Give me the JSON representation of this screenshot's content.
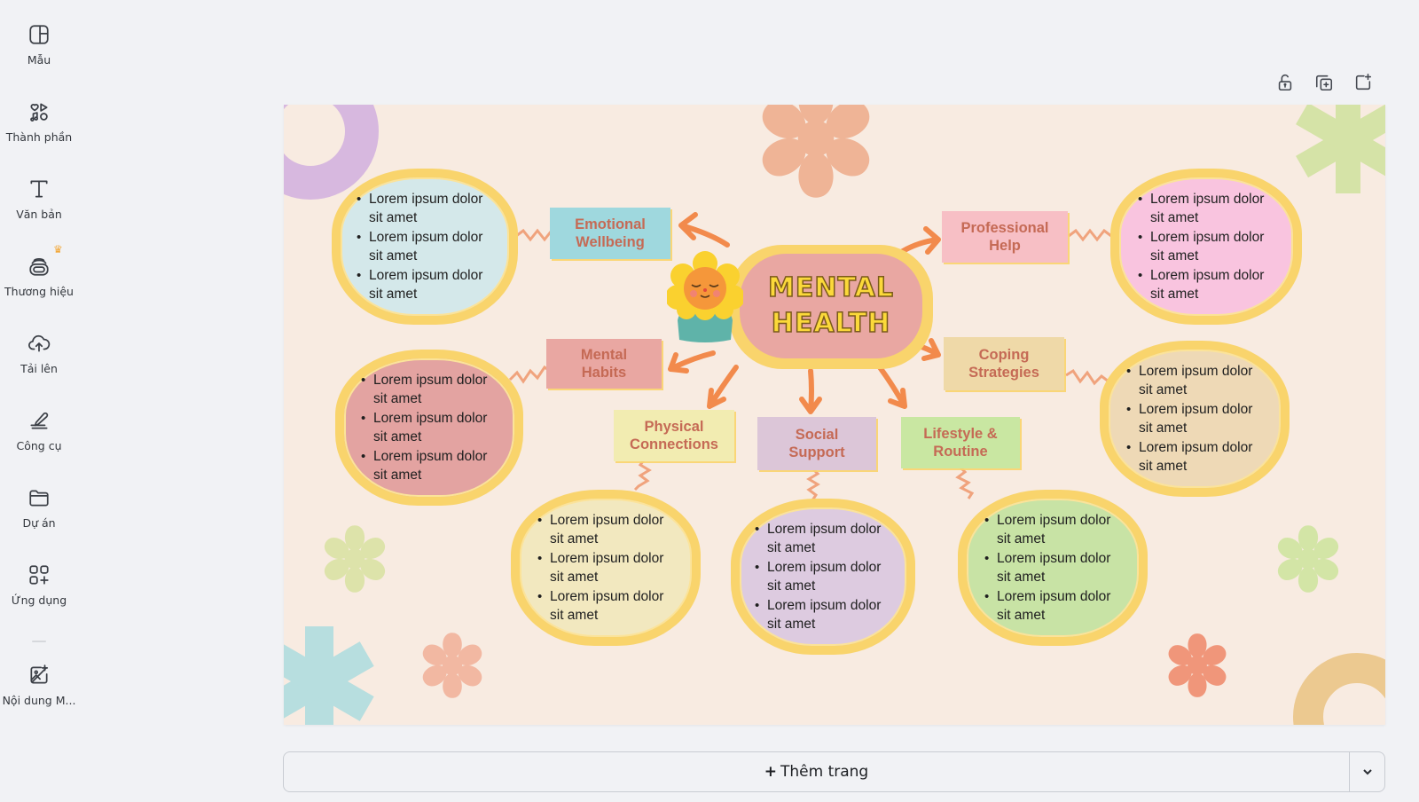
{
  "sidebar": {
    "items": [
      {
        "label": "Mẫu",
        "icon": "template-icon"
      },
      {
        "label": "Thành phần",
        "icon": "elements-icon"
      },
      {
        "label": "Văn bản",
        "icon": "text-icon"
      },
      {
        "label": "Thương hiệu",
        "icon": "brand-icon",
        "badge": "crown"
      },
      {
        "label": "Tải lên",
        "icon": "upload-cloud-icon"
      },
      {
        "label": "Công cụ",
        "icon": "draw-tool-icon"
      },
      {
        "label": "Dự án",
        "icon": "folder-icon"
      },
      {
        "label": "Ứng dụng",
        "icon": "apps-icon"
      },
      {
        "label": "Nội dung M...",
        "icon": "magic-media-icon"
      }
    ]
  },
  "toolbar": {
    "lock": "lock-icon",
    "duplicate": "duplicate-page-icon",
    "add": "add-page-icon"
  },
  "design": {
    "title_line1": "MENTAL",
    "title_line2": "HEALTH",
    "topics": [
      {
        "name": "Emotional Wellbeing",
        "line1": "Emotional",
        "line2": "Wellbeing",
        "color": "#9fd8de"
      },
      {
        "name": "Professional Help",
        "line1": "Professional",
        "line2": "Help",
        "color": "#f7bfc5"
      },
      {
        "name": "Mental Habits",
        "line1": "Mental",
        "line2": "Habits",
        "color": "#e9a7a2"
      },
      {
        "name": "Coping Strategies",
        "line1": "Coping",
        "line2": "Strategies",
        "color": "#efd9a8"
      },
      {
        "name": "Physical Connections",
        "line1": "Physical",
        "line2": "Connections",
        "color": "#f2ecb1"
      },
      {
        "name": "Social Support",
        "line1": "Social",
        "line2": "Support",
        "color": "#dcc6d8"
      },
      {
        "name": "Lifestyle & Routine",
        "line1": "Lifestyle &",
        "line2": "Routine",
        "color": "#c9e7a2"
      }
    ],
    "bubbles": [
      {
        "topic": "Emotional Wellbeing",
        "color": "#d4e8ea",
        "items": [
          "Lorem ipsum dolor sit amet",
          "Lorem ipsum dolor sit amet",
          "Lorem ipsum dolor sit amet"
        ]
      },
      {
        "topic": "Professional Help",
        "color": "#f9c4df",
        "items": [
          "Lorem ipsum dolor sit amet",
          "Lorem ipsum dolor sit amet",
          "Lorem ipsum dolor sit amet"
        ]
      },
      {
        "topic": "Mental Habits",
        "color": "#e3a3a1",
        "items": [
          "Lorem ipsum dolor sit amet",
          "Lorem ipsum dolor sit amet",
          "Lorem ipsum dolor sit amet"
        ]
      },
      {
        "topic": "Coping Strategies",
        "color": "#eed9b6",
        "items": [
          "Lorem ipsum dolor sit amet",
          "Lorem ipsum dolor sit amet",
          "Lorem ipsum dolor sit amet"
        ]
      },
      {
        "topic": "Physical Connections",
        "color": "#f2e8bf",
        "items": [
          "Lorem ipsum dolor sit amet",
          "Lorem ipsum dolor sit amet",
          "Lorem ipsum dolor sit amet"
        ]
      },
      {
        "topic": "Social Support",
        "color": "#ddcbe0",
        "items": [
          "Lorem ipsum dolor sit amet",
          "Lorem ipsum dolor sit amet",
          "Lorem ipsum dolor sit amet"
        ]
      },
      {
        "topic": "Lifestyle & Routine",
        "color": "#c8e3a5",
        "items": [
          "Lorem ipsum dolor sit amet",
          "Lorem ipsum dolor sit amet",
          "Lorem ipsum dolor sit amet"
        ]
      }
    ],
    "colors": {
      "background": "#f8ebe1",
      "bubble_border": "#f9d46c",
      "label_text": "#c56a55",
      "arrow": "#f28a4c",
      "title_fill": "#fbd93a"
    }
  },
  "footer": {
    "add_page_plus": "+",
    "add_page_label": "Thêm trang"
  }
}
